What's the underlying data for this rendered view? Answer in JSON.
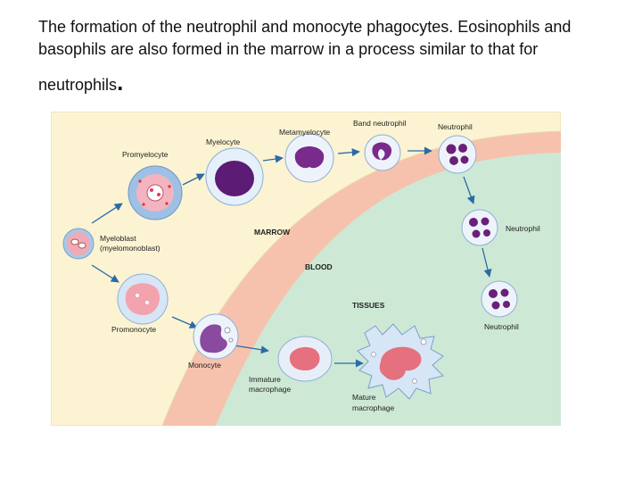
{
  "caption": {
    "line1": "The formation of the neutrophil and monocyte phagocytes. Eosinophils and",
    "line2": "basophils are also formed in the marrow in a process similar to that for",
    "line3": "neutrophils",
    "end_mark": "."
  },
  "diagram": {
    "zones": {
      "marrow": "MARROW",
      "blood": "BLOOD",
      "tissues": "TISSUES"
    },
    "cells": {
      "promyelocyte": "Promyelocyte",
      "myelocyte": "Myelocyte",
      "metamyelocyte": "Metamyelocyte",
      "band_neutrophil": "Band neutrophil",
      "neutrophil_marrow": "Neutrophil",
      "neutrophil_blood": "Neutrophil",
      "neutrophil_tissue": "Neutrophil",
      "myeloblast_line1": "Myeloblast",
      "myeloblast_line2": "(myelomonoblast)",
      "promonocyte": "Promonocyte",
      "monocyte": "Monocyte",
      "immature_macrophage_line1": "Immature",
      "immature_macrophage_line2": "macrophage",
      "mature_macrophage_line1": "Mature",
      "mature_macrophage_line2": "macrophage"
    },
    "colors": {
      "marrow_bg": "#fbf3d2",
      "blood_band": "#f6c2ae",
      "tissue_bg": "#cde8d5",
      "arrow": "#2b6aa6",
      "nucleus": "#6a1f78"
    }
  }
}
